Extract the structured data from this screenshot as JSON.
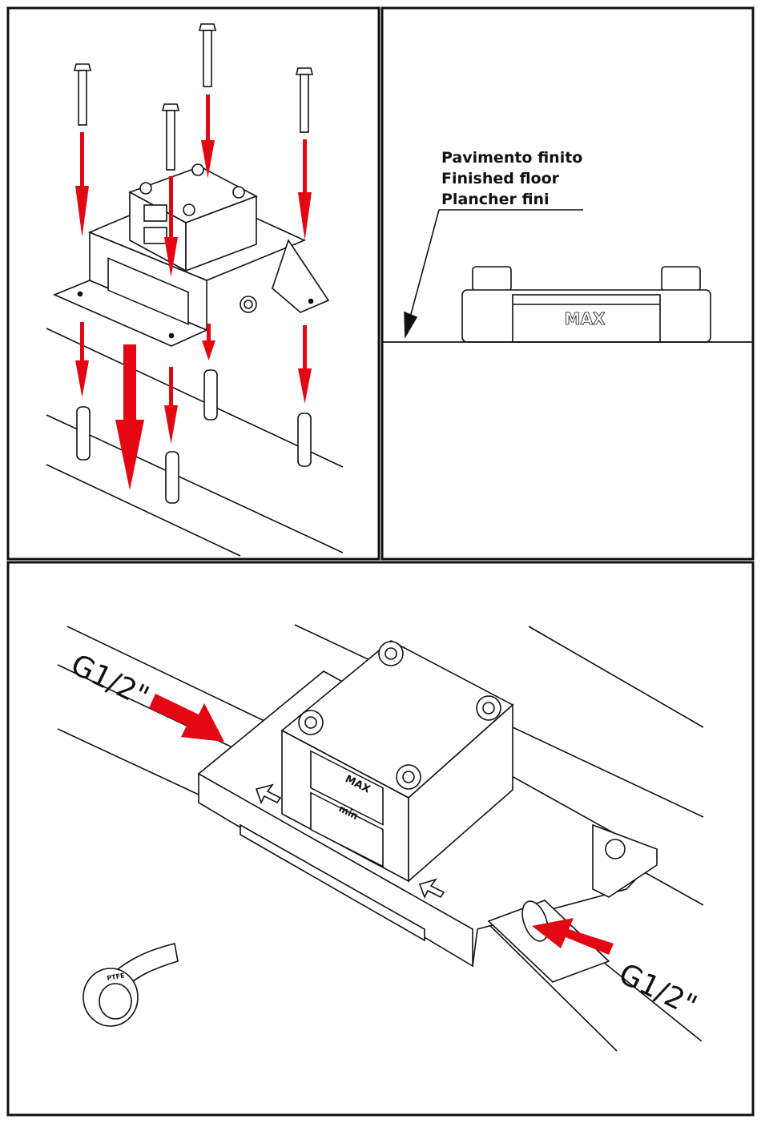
{
  "floor_label": {
    "line1": "Pavimento finito",
    "line2": "Finished floor",
    "line3": "Plancher fini"
  },
  "device_label": "MAX",
  "small_labels": {
    "max": "MAX",
    "min": "min",
    "ptfe": "PTFE"
  },
  "thread_in": "G1/2\"",
  "thread_out": "G1/2\"",
  "colors": {
    "arrow": "#e30613",
    "line": "#111111",
    "background": "#ffffff"
  },
  "icons": [
    "screw-icon",
    "wall-plug-icon",
    "arrow-icon",
    "ptfe-tape-icon",
    "hex-screw-icon"
  ]
}
